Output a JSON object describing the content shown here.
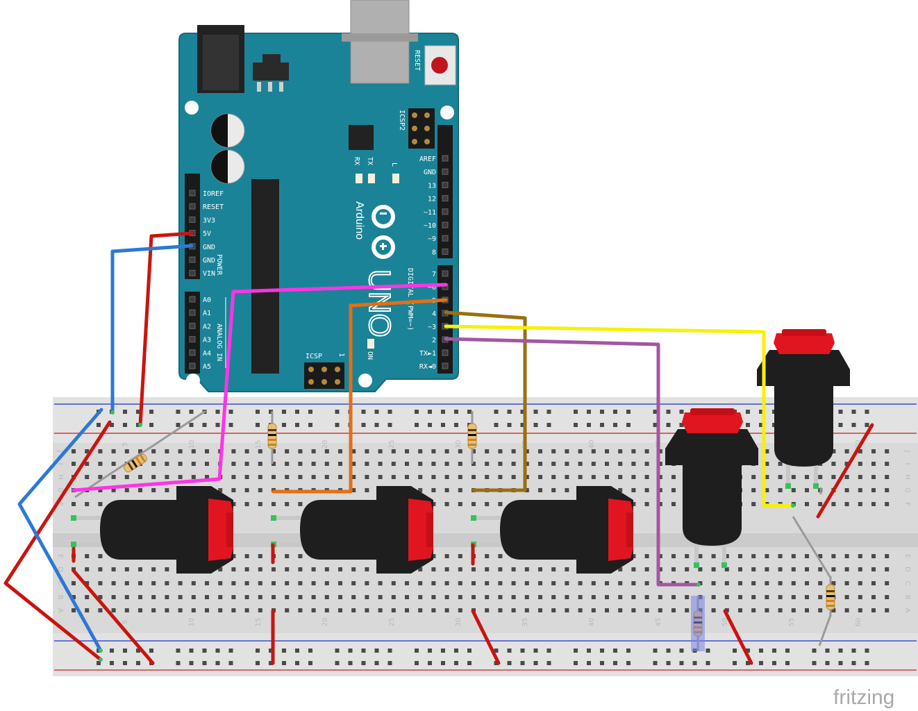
{
  "board": {
    "name": "Arduino",
    "model": "UNO",
    "reset_label": "RESET",
    "icsp_label": "ICSP",
    "icsp2_label": "ICSP2",
    "icsp_pin1": "1",
    "led_tx": "TX",
    "led_rx": "RX",
    "led_l": "L",
    "led_on": "ON",
    "power_header_title": "POWER",
    "analog_header_title": "ANALOG IN",
    "digital_header_title": "DIGITAL (PWM=~)",
    "power_pins": [
      "IOREF",
      "RESET",
      "3V3",
      "5V",
      "GND",
      "GND",
      "VIN"
    ],
    "analog_pins": [
      "A0",
      "A1",
      "A2",
      "A3",
      "A4",
      "A5"
    ],
    "digital_pins_top": [
      "AREF",
      "GND",
      "13",
      "12",
      "~11",
      "~10",
      "~9",
      "8"
    ],
    "digital_pins_bottom": [
      "7",
      "~6",
      "~5",
      "4",
      "~3",
      "2",
      "TX►1",
      "RX◄0"
    ]
  },
  "breadboard": {
    "row_letters_top": [
      "J",
      "I",
      "H",
      "G",
      "F"
    ],
    "row_letters_bottom": [
      "E",
      "D",
      "C",
      "B",
      "A"
    ],
    "column_numbers": [
      "5",
      "10",
      "15",
      "20",
      "25",
      "30",
      "35",
      "40",
      "45",
      "50",
      "55",
      "60"
    ]
  },
  "colors": {
    "board": "#1b8397",
    "wire_red": "#c8150e",
    "wire_blue": "#2d78d6",
    "wire_magenta": "#ff34e5",
    "wire_orange": "#e36f15",
    "wire_brown": "#9b6f10",
    "wire_yellow": "#f4f209",
    "wire_purple": "#a456a2",
    "button_cap": "#e0151f"
  },
  "watermark": "fritzing"
}
